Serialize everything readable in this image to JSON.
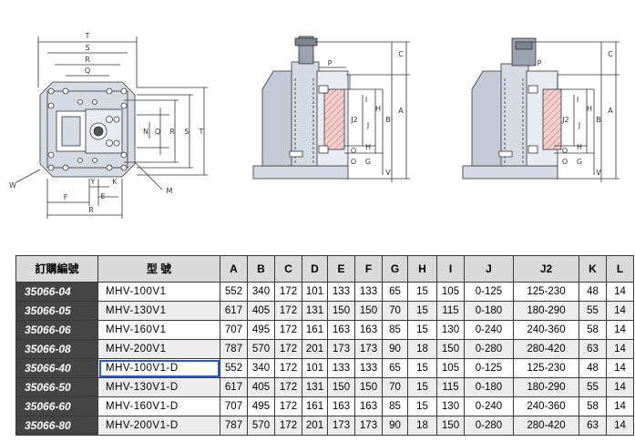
{
  "drawing_labels": {
    "plan": [
      "T",
      "S",
      "R",
      "Q",
      "Q",
      "R",
      "S",
      "T",
      "N",
      "E",
      "F",
      "Y",
      "K",
      "R",
      "W",
      "M"
    ],
    "side1": [
      "P",
      "C",
      "A",
      "B",
      "J2",
      "J",
      "H",
      "H",
      "I",
      "O",
      "O",
      "G",
      "V"
    ],
    "side2": [
      "P",
      "C",
      "A",
      "B",
      "J2",
      "J",
      "H",
      "H",
      "I",
      "O",
      "O",
      "G",
      "V"
    ]
  },
  "table": {
    "headers": [
      "訂購編號",
      "型 號",
      "A",
      "B",
      "C",
      "D",
      "E",
      "F",
      "G",
      "H",
      "I",
      "J",
      "J2",
      "K",
      "L"
    ],
    "rows": [
      [
        "35066-04",
        "MHV-100V1",
        "552",
        "340",
        "172",
        "101",
        "133",
        "133",
        "65",
        "15",
        "105",
        "0-125",
        "125-230",
        "48",
        "14"
      ],
      [
        "35066-05",
        "MHV-130V1",
        "617",
        "405",
        "172",
        "131",
        "150",
        "150",
        "70",
        "15",
        "115",
        "0-180",
        "180-290",
        "55",
        "14"
      ],
      [
        "35066-06",
        "MHV-160V1",
        "707",
        "495",
        "172",
        "161",
        "163",
        "163",
        "85",
        "15",
        "130",
        "0-240",
        "240-360",
        "58",
        "14"
      ],
      [
        "35066-08",
        "MHV-200V1",
        "787",
        "570",
        "172",
        "201",
        "173",
        "173",
        "90",
        "18",
        "150",
        "0-280",
        "280-420",
        "63",
        "14"
      ],
      [
        "35066-40",
        "MHV-100V1-D",
        "552",
        "340",
        "172",
        "101",
        "133",
        "133",
        "65",
        "15",
        "105",
        "0-125",
        "125-230",
        "48",
        "14"
      ],
      [
        "35066-50",
        "MHV-130V1-D",
        "617",
        "405",
        "172",
        "131",
        "150",
        "150",
        "70",
        "15",
        "115",
        "0-180",
        "180-290",
        "55",
        "14"
      ],
      [
        "35066-60",
        "MHV-160V1-D",
        "707",
        "495",
        "172",
        "161",
        "163",
        "163",
        "85",
        "15",
        "130",
        "0-240",
        "240-360",
        "58",
        "14"
      ],
      [
        "35066-80",
        "MHV-200V1-D",
        "787",
        "570",
        "172",
        "201",
        "173",
        "173",
        "90",
        "18",
        "150",
        "0-280",
        "280-420",
        "63",
        "14"
      ]
    ],
    "selected_row": 4,
    "selected_col": 1
  },
  "colors": {
    "code_bg": "#454545",
    "header_bg": "#dadada",
    "drawing_fill": "#d5dbe4",
    "hatch": "#e6a0a0",
    "selection": "#2b59d6"
  }
}
